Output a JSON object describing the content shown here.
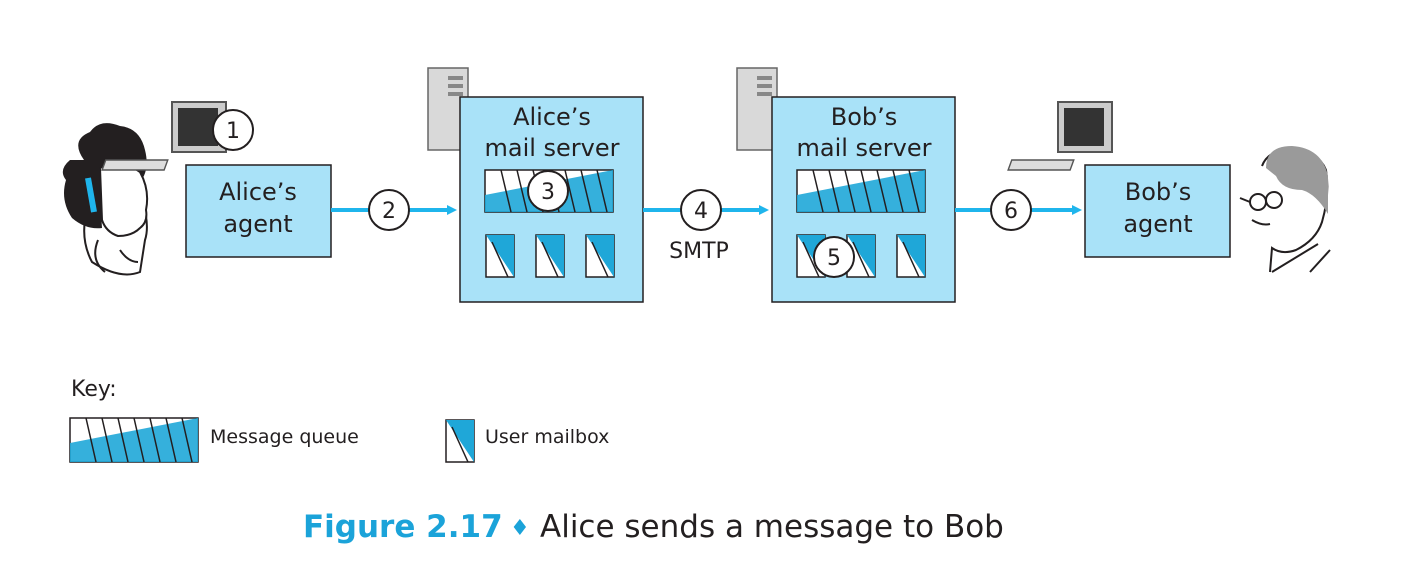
{
  "nodes": {
    "alice_agent": [
      "Alice’s",
      "agent"
    ],
    "alice_server": [
      "Alice’s",
      "mail server"
    ],
    "bob_server": [
      "Bob’s",
      "mail server"
    ],
    "bob_agent": [
      "Bob’s",
      "agent"
    ]
  },
  "steps": [
    "1",
    "2",
    "3",
    "4",
    "5",
    "6"
  ],
  "protocol_label": "SMTP",
  "key": {
    "title": "Key:",
    "message_queue": "Message queue",
    "user_mailbox": "User mailbox"
  },
  "caption": {
    "number": "Figure 2.17",
    "separator": "♦",
    "text": "Alice sends a message to Bob"
  },
  "colors": {
    "box_fill": "#a9e2f8",
    "arrow": "#1fb5ec",
    "caption_accent": "#1ba3d9",
    "mail_fill": "#1fa7d8"
  },
  "icons": [
    "computer-icon",
    "server-icon",
    "person-icon",
    "message-queue-icon",
    "user-mailbox-icon"
  ]
}
